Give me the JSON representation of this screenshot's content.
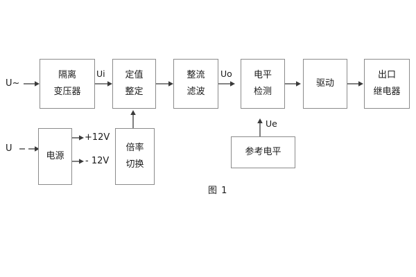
{
  "figure": {
    "caption": "图 1",
    "inputs": [
      {
        "name": "ac-input",
        "label": "U~"
      },
      {
        "name": "dc-input",
        "label": "U"
      }
    ],
    "blocks": [
      {
        "name": "isolation-transformer",
        "lines": [
          "隔离",
          "变压器"
        ]
      },
      {
        "name": "setting-value",
        "lines": [
          "定值",
          "整定"
        ]
      },
      {
        "name": "rectify-filter",
        "lines": [
          "整流",
          "滤波"
        ]
      },
      {
        "name": "level-detection",
        "lines": [
          "电平",
          "检测"
        ]
      },
      {
        "name": "drive",
        "lines": [
          "驱动"
        ]
      },
      {
        "name": "output-relay",
        "lines": [
          "出口",
          "继电器"
        ]
      },
      {
        "name": "power-supply",
        "lines": [
          "电源"
        ]
      },
      {
        "name": "multiplier-switch",
        "lines": [
          "倍率",
          "切换"
        ]
      },
      {
        "name": "reference-level",
        "lines": [
          "参考电平"
        ]
      }
    ],
    "signals": [
      {
        "name": "ui-label",
        "label": "Ui"
      },
      {
        "name": "uo-label",
        "label": "Uo"
      },
      {
        "name": "ue-label",
        "label": "Ue"
      },
      {
        "name": "pos12v-label",
        "label": "+12V"
      },
      {
        "name": "neg12v-label",
        "label": "- 12V"
      }
    ]
  },
  "colors": {
    "box_border": "#8a8a8a",
    "arrow": "#3a3a3a",
    "text": "#1a1a1a",
    "background": "#ffffff"
  }
}
